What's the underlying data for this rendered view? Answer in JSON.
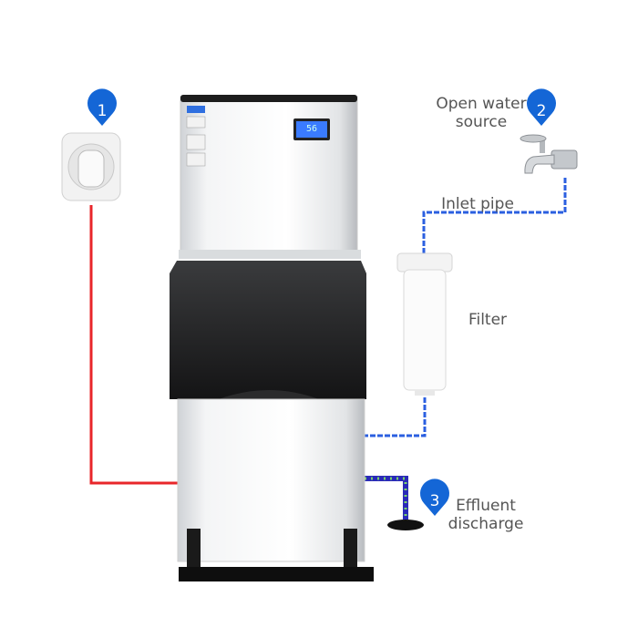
{
  "labels": {
    "open_water_source": "Open water source",
    "inlet_pipe": "Inlet pipe",
    "filter": "Filter",
    "effluent_discharge": "Effluent discharge"
  },
  "steps": {
    "one": "1",
    "two": "2",
    "three": "3"
  },
  "display_readout": "56",
  "colors": {
    "power_line": "#e8262a",
    "water_line": "#2b5fe0",
    "pin": "#1466d6",
    "drain": "#2a2ab8"
  }
}
